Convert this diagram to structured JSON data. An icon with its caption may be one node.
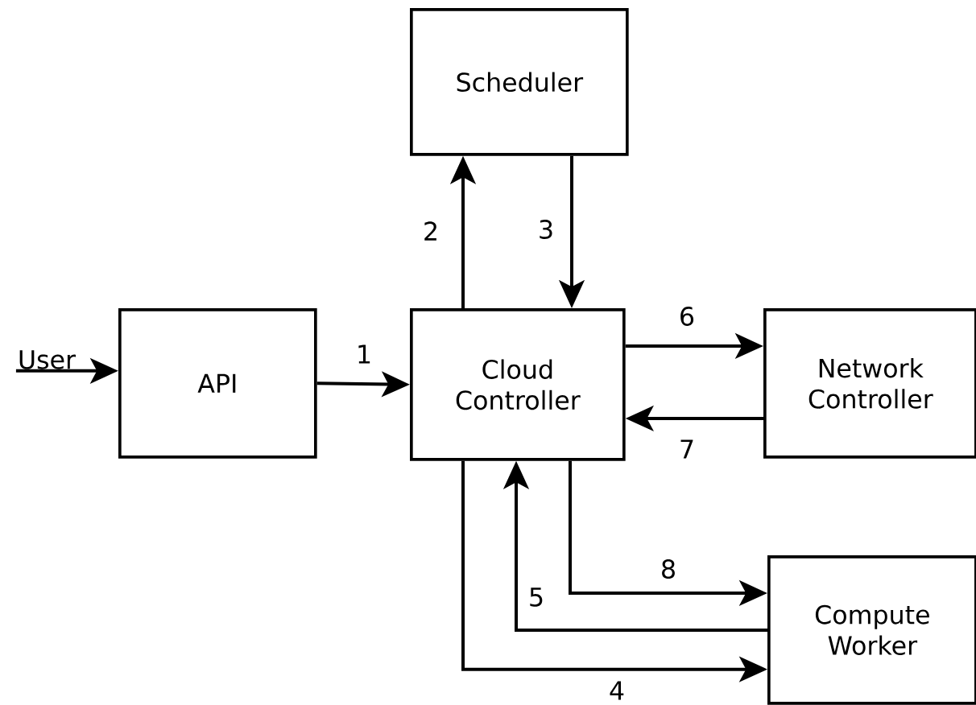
{
  "diagram": {
    "nodes": [
      {
        "text": [
          "User"
        ]
      },
      {
        "text": [
          "API"
        ]
      },
      {
        "text": [
          "Scheduler"
        ]
      },
      {
        "text": [
          "Cloud Controller"
        ]
      },
      {
        "text": [
          "Network Controller"
        ]
      },
      {
        "text": [
          "Compute Worker"
        ]
      }
    ],
    "edges": [
      {
        "from": 0,
        "to": 1,
        "arrow": "to"
      },
      {
        "from": 1,
        "to": 3,
        "arrow": "to",
        "label": "1"
      },
      {
        "from": 3,
        "to": 2,
        "arrow": "to",
        "label": "2"
      },
      {
        "from": 2,
        "to": 3,
        "arrow": "to",
        "label": "3"
      },
      {
        "from": 3,
        "to": 5,
        "arrow": "to",
        "label": "4"
      },
      {
        "from": 5,
        "to": 3,
        "arrow": "to",
        "label": "5"
      },
      {
        "from": 3,
        "to": 4,
        "arrow": "to",
        "label": "6"
      },
      {
        "from": 4,
        "to": 3,
        "arrow": "to",
        "label": "7"
      },
      {
        "from": 3,
        "to": 5,
        "arrow": "to",
        "label": "8"
      }
    ]
  }
}
